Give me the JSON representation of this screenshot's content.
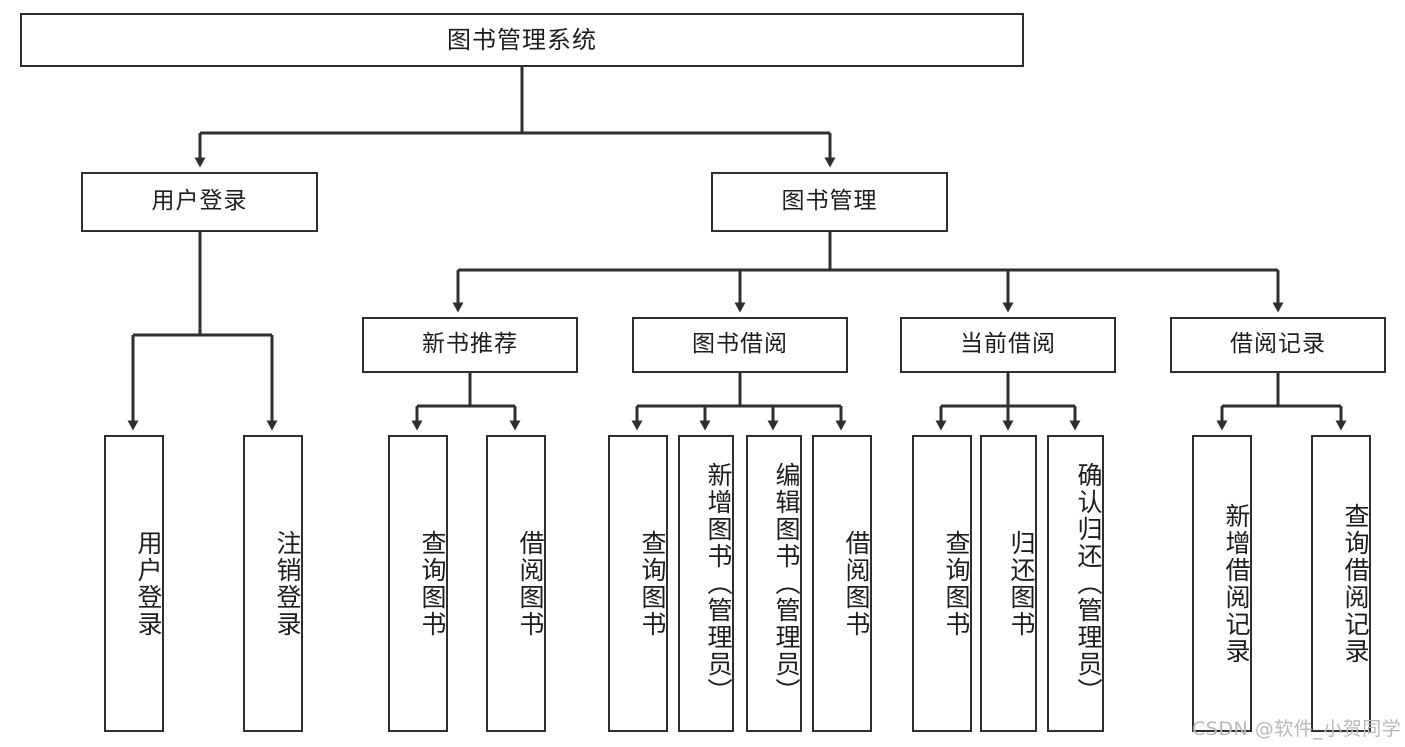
{
  "diagram": {
    "title": "图书管理系统",
    "type": "tree-hierarchy-chart",
    "root": {
      "label": "图书管理系统"
    },
    "level2": [
      {
        "label": "用户登录"
      },
      {
        "label": "图书管理"
      }
    ],
    "level3": [
      {
        "label": "新书推荐"
      },
      {
        "label": "图书借阅"
      },
      {
        "label": "当前借阅"
      },
      {
        "label": "借阅记录"
      }
    ],
    "leaves": [
      {
        "label": "用户登录",
        "parent": "用户登录"
      },
      {
        "label": "注销登录",
        "parent": "用户登录"
      },
      {
        "label": "查询图书",
        "parent": "新书推荐"
      },
      {
        "label": "借阅图书",
        "parent": "新书推荐"
      },
      {
        "label": "查询图书",
        "parent": "图书借阅"
      },
      {
        "label": "新增图书（管理员）",
        "parent": "图书借阅"
      },
      {
        "label": "编辑图书（管理员）",
        "parent": "图书借阅"
      },
      {
        "label": "借阅图书",
        "parent": "图书借阅"
      },
      {
        "label": "查询图书",
        "parent": "当前借阅"
      },
      {
        "label": "归还图书",
        "parent": "当前借阅"
      },
      {
        "label": "确认归还（管理员）",
        "parent": "当前借阅"
      },
      {
        "label": "新增借阅记录",
        "parent": "借阅记录"
      },
      {
        "label": "查询借阅记录",
        "parent": "借阅记录"
      }
    ]
  },
  "watermark": {
    "text": "CSDN @软件_小贺同学"
  },
  "colors": {
    "stroke": "#2f2f2f",
    "background": "#ffffff",
    "text": "#1d1d1d",
    "watermark": "#b9b9b9"
  }
}
